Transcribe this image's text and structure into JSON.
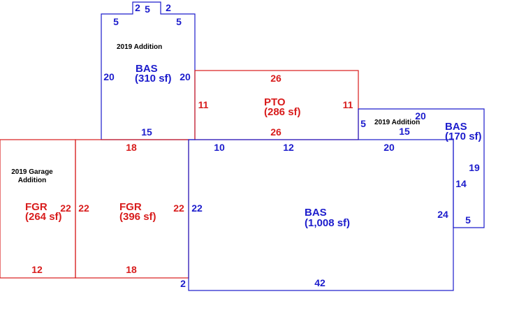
{
  "colors": {
    "living": "#1c1ccc",
    "other": "#d81c1c",
    "note": "#000000"
  },
  "areas": {
    "bas_top": {
      "code": "BAS",
      "size": "(310 sf)"
    },
    "pto": {
      "code": "PTO",
      "size": "(286 sf)"
    },
    "bas_right": {
      "code": "BAS",
      "size": "(170 sf)"
    },
    "fgr_left": {
      "code": "FGR",
      "size": "(264 sf)"
    },
    "fgr_mid": {
      "code": "FGR",
      "size": "(396 sf)"
    },
    "bas_main": {
      "code": "BAS",
      "size": "(1,008 sf)"
    }
  },
  "notes": {
    "addition_top": "2019 Addition",
    "addition_right": "2019 Addition",
    "garage_line1": "2019 Garage",
    "garage_line2": "Addition"
  },
  "dimensions": {
    "top_notch_left": "2",
    "top_notch_mid": "5",
    "top_notch_right": "2",
    "top_left_5": "5",
    "top_right_5": "5",
    "top_left_20": "20",
    "top_right_20": "20",
    "top_bottom_15": "15",
    "pto_top_26": "26",
    "pto_left_11": "11",
    "pto_right_11": "11",
    "pto_bottom_26": "26",
    "right_top_20": "20",
    "right_left_5": "5",
    "right_bottom_15": "15",
    "right_side_19": "19",
    "right_side_14": "14",
    "right_bottom_5": "5",
    "garage_top_18": "18",
    "main_top_10": "10",
    "main_top_12": "12",
    "main_top_20": "20",
    "fgr_left_22": "22",
    "fgr_mid_left_22": "22",
    "fgr_mid_right_22": "22",
    "main_left_22": "22",
    "main_right_24": "24",
    "fgr_left_bottom_12": "12",
    "fgr_mid_bottom_18": "18",
    "main_step_2": "2",
    "main_bottom_42": "42"
  }
}
